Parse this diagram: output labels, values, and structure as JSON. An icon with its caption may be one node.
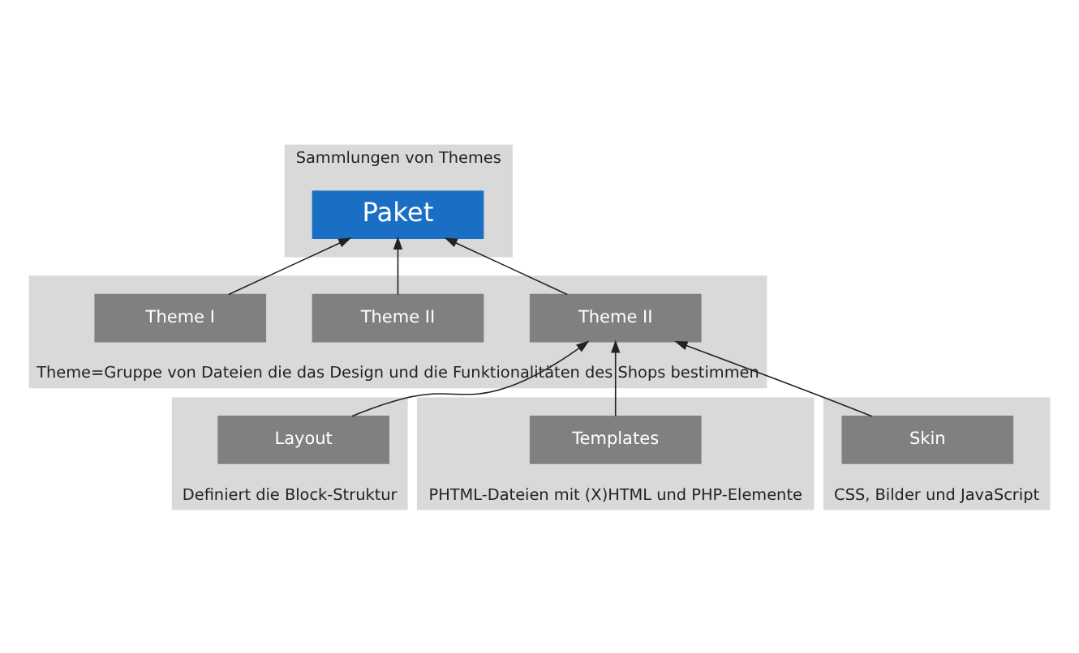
{
  "diagram": {
    "nodes": [
      {
        "text": [
          "Sammlungen von Themes"
        ]
      },
      {
        "text": [
          "Paket"
        ],
        "in": 0
      },
      {
        "text": [
          "Theme=Gruppe von Dateien die das Design und die Funktionalitäten des Shops bestimmen"
        ]
      },
      {
        "text": [
          "Theme I"
        ],
        "in": 2
      },
      {
        "text": [
          "Theme II"
        ],
        "in": 2
      },
      {
        "text": [
          "Theme II"
        ],
        "in": 2
      },
      {
        "text": [
          "Definiert die Block-Struktur"
        ]
      },
      {
        "text": [
          "Layout"
        ],
        "in": 6
      },
      {
        "text": [
          "PHTML-Dateien mit (X)HTML und PHP-Elemente"
        ]
      },
      {
        "text": [
          "Templates"
        ],
        "in": 8
      },
      {
        "text": [
          "CSS, Bilder und JavaScript"
        ]
      },
      {
        "text": [
          "Skin"
        ],
        "in": 10
      }
    ],
    "edges": [
      {
        "from": 3,
        "to": 1,
        "arrow": "to"
      },
      {
        "from": 4,
        "to": 1,
        "arrow": "to"
      },
      {
        "from": 5,
        "to": 1,
        "arrow": "to"
      },
      {
        "from": 7,
        "to": 5,
        "arrow": "to"
      },
      {
        "from": 9,
        "to": 5,
        "arrow": "to"
      },
      {
        "from": 11,
        "to": 5,
        "arrow": "to"
      }
    ]
  }
}
